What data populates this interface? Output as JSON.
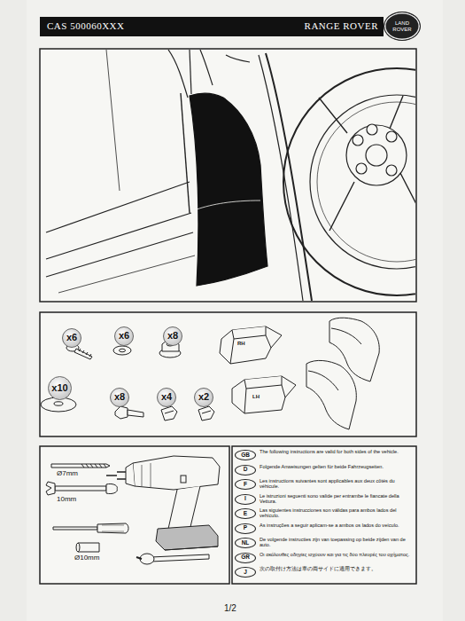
{
  "diagram": {
    "nodes": [
      {
        "text": [
          "CAS 500060XXX",
          "RANGE ROVER"
        ]
      },
      {
        "text": [
          "LAND ROVER"
        ]
      },
      {
        "text": [
          "x6"
        ]
      },
      {
        "text": [
          "x6"
        ]
      },
      {
        "text": [
          "x8"
        ]
      },
      {
        "text": [
          "x10"
        ]
      },
      {
        "text": [
          "x8"
        ]
      },
      {
        "text": [
          "x4"
        ]
      },
      {
        "text": [
          "x2"
        ]
      },
      {
        "text": [
          "GB"
        ]
      },
      {
        "text": [
          "D"
        ]
      },
      {
        "text": [
          "F"
        ]
      },
      {
        "text": [
          "I"
        ]
      },
      {
        "text": [
          "E"
        ]
      },
      {
        "text": [
          "P"
        ]
      },
      {
        "text": [
          "NL"
        ]
      },
      {
        "text": [
          "GR"
        ]
      },
      {
        "text": [
          "J"
        ]
      }
    ],
    "labels": [
      "RH",
      "LH",
      "Ø7mm",
      "10mm",
      "Ø10mm",
      "The following instructions are valid for both sides of the vehicle.",
      "Folgende Anweisungen gelten für beide Fahrzeugseiten.",
      "Les instructions suivantes sont applicables aux deux côtés du véhicule.",
      "Le istruzioni seguenti sono valide per entrambe le fiancate della Vettura.",
      "Las siguientes instrucciones son válidas para ambos lados del vehículo.",
      "As instruções a seguir aplicam-se a ambos os lados do veículo.",
      "De volgende instructies zijn van toepassing op beide zijden van de auto.",
      "Οι ακόλουθες οδηγίες ισχύουν και για τις δύο πλευρές του οχήματος.",
      "次の取付け方法は車の両サイドに適用できます。",
      "1/2"
    ]
  }
}
